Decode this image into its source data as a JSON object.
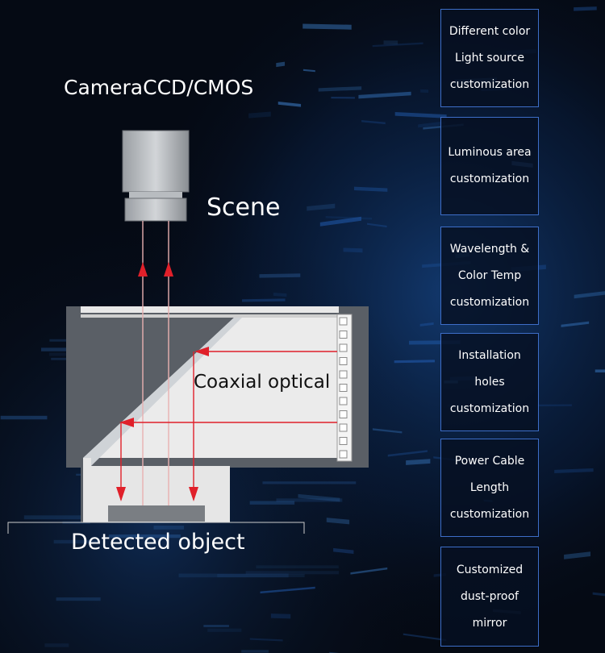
{
  "diagram": {
    "camera_label": "CameraCCD/CMOS",
    "scene_label": "Scene",
    "coaxial_label": "Coaxial optical",
    "object_label": "Detected object"
  },
  "features": [
    {
      "lines": [
        "Different color",
        "Light source",
        "customization"
      ]
    },
    {
      "lines": [
        "Luminous area",
        "customization"
      ]
    },
    {
      "lines": [
        "Wavelength &",
        "Color  Temp",
        "customization"
      ]
    },
    {
      "lines": [
        "Installation",
        "holes",
        "customization"
      ]
    },
    {
      "lines": [
        "Power Cable",
        "Length",
        "customization"
      ]
    },
    {
      "lines": [
        "Customized",
        "dust-proof",
        "mirror"
      ]
    }
  ],
  "colors": {
    "background": "#050a14",
    "glow": "#1f6fd6",
    "box_border": "#3d6ec8",
    "light_path": "#e0202a",
    "housing": "#555a60",
    "panel": "#e8e8e8"
  }
}
